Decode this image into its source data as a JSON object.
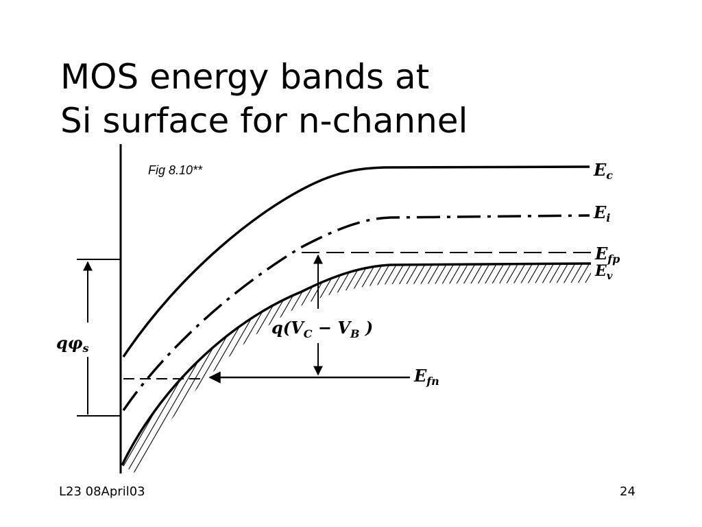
{
  "slide": {
    "title_line1": "MOS energy bands at",
    "title_line2": "Si surface for n-channel",
    "figure_caption": "Fig 8.10**",
    "footer_left": "L23 08April03",
    "page_number": "24"
  },
  "diagram": {
    "labels": {
      "Ec": {
        "main": "E",
        "sub": "c"
      },
      "Ei": {
        "main": "E",
        "sub": "i"
      },
      "Efp": {
        "main": "E",
        "sub": "fp"
      },
      "Ev": {
        "main": "E",
        "sub": "v"
      },
      "Efn": {
        "main": "E",
        "sub": "fn"
      },
      "surface_potential": {
        "main": "qφ",
        "sub": "s"
      },
      "voltage_diff": {
        "prefix": "q(V",
        "sub1": "C",
        "mid": " − V",
        "sub2": "B",
        "suffix": " )"
      }
    }
  }
}
